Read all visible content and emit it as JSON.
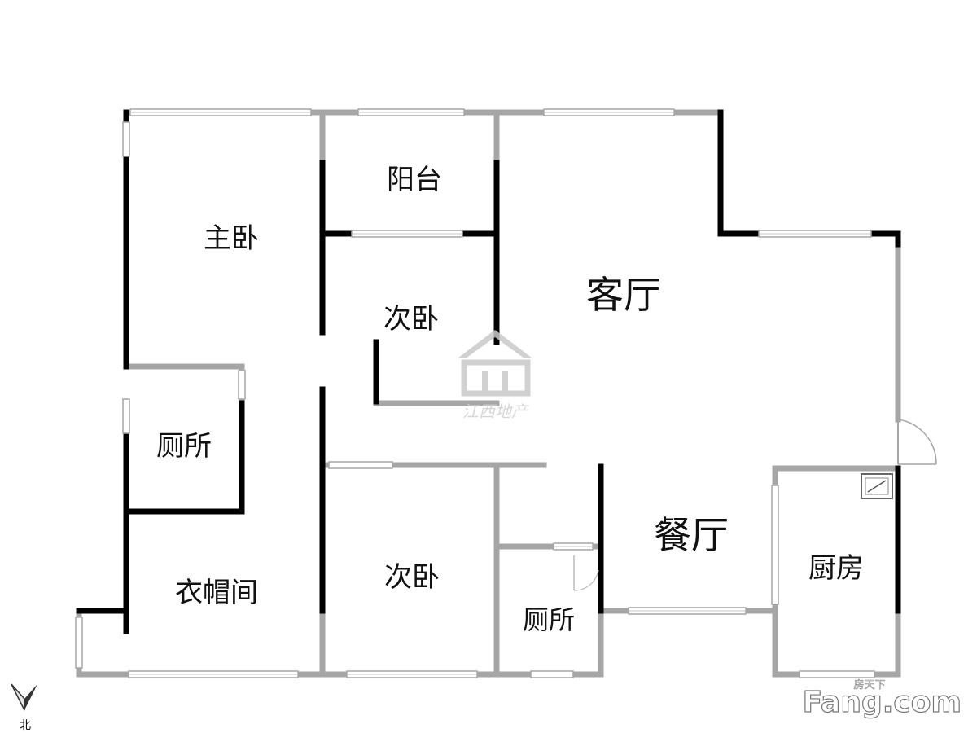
{
  "rooms": {
    "master_bedroom": "主卧",
    "balcony": "阳台",
    "second_bedroom_upper": "次卧",
    "living_room": "客厅",
    "toilet_left": "厕所",
    "dining_room": "餐厅",
    "second_bedroom_lower": "次卧",
    "kitchen": "厨房",
    "cloakroom": "衣帽间",
    "toilet_lower": "厕所"
  },
  "watermark": {
    "center_text": "江西地产",
    "brand_small": "房天下",
    "brand_main": "Fang.com"
  },
  "compass": {
    "label": "北"
  },
  "colors": {
    "wall_gray": "#a6a6a6",
    "wall_black": "#000000",
    "text": "#111111",
    "watermark": "#c9c9c9"
  }
}
